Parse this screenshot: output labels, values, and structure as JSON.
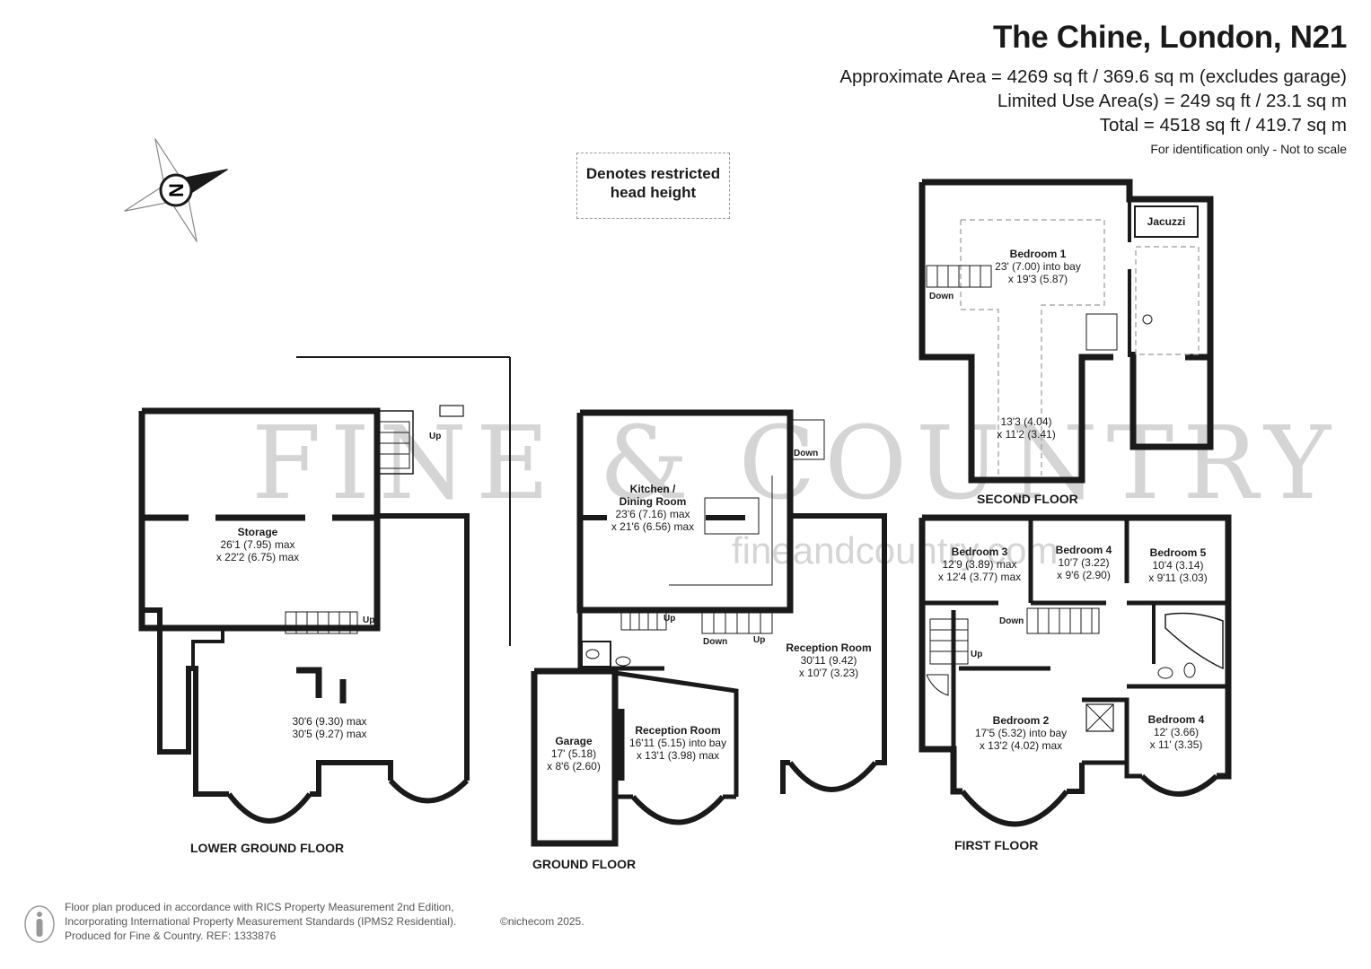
{
  "header": {
    "title": "The Chine, London, N21",
    "approx_area": "Approximate Area = 4269 sq ft / 369.6 sq m (excludes garage)",
    "limited_use": "Limited Use Area(s) = 249 sq ft / 23.1 sq m",
    "total": "Total = 4518 sq ft / 419.7 sq m",
    "identification": "For identification only - Not to scale"
  },
  "legend": {
    "restricted_line1": "Denotes restricted",
    "restricted_line2": "head height"
  },
  "compass": {
    "letter": "N"
  },
  "watermark": {
    "brand": "FINE & COUNTRY",
    "url": "fineandcountry.com"
  },
  "floors": {
    "lower_ground": "LOWER GROUND FLOOR",
    "ground": "GROUND FLOOR",
    "first": "FIRST FLOOR",
    "second": "SECOND FLOOR"
  },
  "rooms": {
    "storage": {
      "name": "Storage",
      "dim1": "26'1 (7.95) max",
      "dim2": "x 22'2 (6.75) max"
    },
    "lg_main": {
      "dim1": "30'6 (9.30) max",
      "dim2": "30'5 (9.27) max"
    },
    "kitchen": {
      "name1": "Kitchen /",
      "name2": "Dining Room",
      "dim1": "23'6 (7.16) max",
      "dim2": "x 21'6 (6.56) max"
    },
    "reception_rear": {
      "name": "Reception Room",
      "dim1": "30'11 (9.42)",
      "dim2": "x 10'7 (3.23)"
    },
    "reception_front": {
      "name": "Reception Room",
      "dim1": "16'11 (5.15) into bay",
      "dim2": "x 13'1 (3.98) max"
    },
    "garage": {
      "name": "Garage",
      "dim1": "17' (5.18)",
      "dim2": "x 8'6 (2.60)"
    },
    "bedroom1": {
      "name": "Bedroom 1",
      "dim1": "23' (7.00) into bay",
      "dim2": "x 19'3 (5.87)"
    },
    "second_rear": {
      "dim1": "13'3 (4.04)",
      "dim2": "x 11'2 (3.41)"
    },
    "jacuzzi": "Jacuzzi",
    "bedroom3": {
      "name": "Bedroom 3",
      "dim1": "12'9 (3.89) max",
      "dim2": "x 12'4 (3.77) max"
    },
    "bedroom4a": {
      "name": "Bedroom 4",
      "dim1": "10'7 (3.22)",
      "dim2": "x 9'6 (2.90)"
    },
    "bedroom5": {
      "name": "Bedroom 5",
      "dim1": "10'4 (3.14)",
      "dim2": "x 9'11 (3.03)"
    },
    "bedroom2": {
      "name": "Bedroom 2",
      "dim1": "17'5 (5.32) into bay",
      "dim2": "x 13'2 (4.02) max"
    },
    "bedroom4b": {
      "name": "Bedroom 4",
      "dim1": "12' (3.66)",
      "dim2": "x 11' (3.35)"
    }
  },
  "stairs": {
    "up": "Up",
    "down": "Down"
  },
  "footer": {
    "line1": "Floor plan produced in accordance with RICS Property Measurement 2nd Edition,",
    "line2": "Incorporating International Property Measurement Standards (IPMS2 Residential).",
    "line3": "Produced for Fine & Country.   REF: 1333876",
    "copyright": "©nichecom 2025."
  },
  "colors": {
    "wall": "#1a1a1a",
    "restricted": "#9a9a9a",
    "watermark": "#969696"
  }
}
